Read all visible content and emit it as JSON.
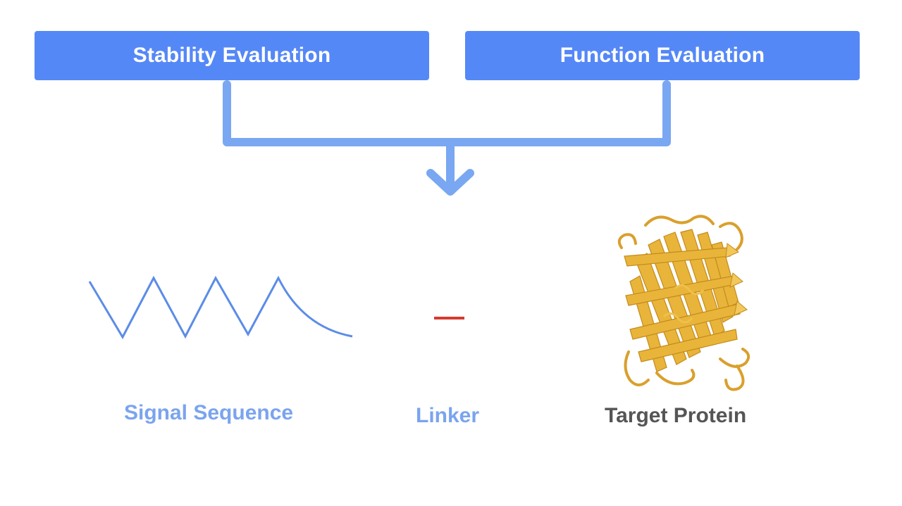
{
  "evaluations": {
    "stability_label": "Stability Evaluation",
    "function_label": "Function Evaluation"
  },
  "components": {
    "signal_label": "Signal Sequence",
    "linker_label": "Linker",
    "target_label": "Target Protein"
  },
  "colors": {
    "box_fill": "#5588f7",
    "connector": "#7aa7f2",
    "signal_line": "#5b8ce8",
    "linker": "#d63a2f",
    "protein": "#e8b53a",
    "label_blue": "#7ba4ee",
    "label_gray": "#555555"
  }
}
